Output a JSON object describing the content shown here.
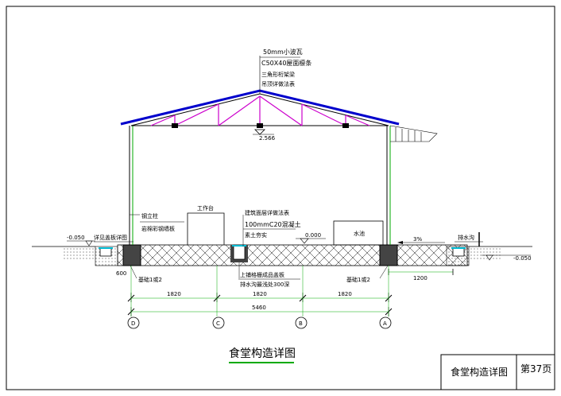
{
  "drawing": {
    "title": "食堂构造详图",
    "title_block": {
      "name": "食堂构造详图",
      "page": "第37页"
    }
  },
  "roof_notes": [
    "50mm小波瓦",
    "C50X40屋面檩条",
    "三角形桁架梁",
    "吊顶详做法表"
  ],
  "ridge_height": "2.566",
  "floor_notes": [
    "建筑面层详做法表",
    "100mmC20混凝土",
    "素土夯实"
  ],
  "floor_elevation": "0.000",
  "column_notes": [
    "钢立柱",
    "岩棉彩钢墙板"
  ],
  "labels": {
    "workbench": "工作台",
    "water_tank": "水池",
    "gutter_left": "详见盖板详图",
    "gutter_right": "排水沟",
    "trench_note_1": "上铺格栅成品盖板",
    "trench_note_2": "排水沟最浅处300深",
    "foundation_left": "基础1或2",
    "foundation_right": "基础1或2",
    "slope": "3%"
  },
  "elevations": {
    "left": "-0.050",
    "right": "-0.050"
  },
  "dimensions": {
    "bays": [
      "1820",
      "1820",
      "1820"
    ],
    "total": "5460",
    "left_offset": "600",
    "right_offset": "1200"
  },
  "axes": [
    "D",
    "C",
    "B",
    "A"
  ],
  "colors": {
    "roof": "#0000cc",
    "truss": "#cc00cc",
    "wall": "#00aa00",
    "gutter": "#00bcd4"
  }
}
